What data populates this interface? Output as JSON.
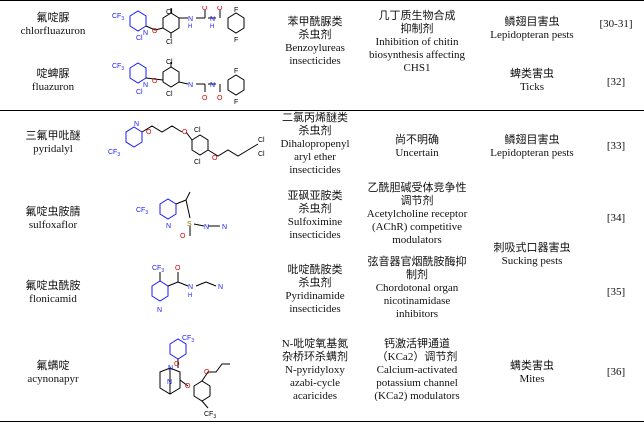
{
  "rows": [
    {
      "name_cn": "氟啶脲",
      "name_en": "chlorfluazuron",
      "class": [
        "苯甲酰脲类",
        "杀虫剂",
        "Benzoylureas",
        "insecticides"
      ],
      "moa": [
        "几丁质生物合成",
        "抑制剂",
        "Inhibition of chitin",
        "biosynthesis affecting",
        "CHS1"
      ],
      "pest": [
        "鳞翅目害虫",
        "Lepidopteran pests"
      ],
      "ref": "[30-31]"
    },
    {
      "name_cn": "啶蜱脲",
      "name_en": "fluazuron",
      "pest": [
        "蜱类害虫",
        "Ticks"
      ],
      "ref": "[32]"
    },
    {
      "name_cn": "三氟甲吡醚",
      "name_en": "pyridalyl",
      "class": [
        "二氯丙烯醚类",
        "杀虫剂",
        "Dihalopropenyl",
        "aryl ether",
        "insecticides"
      ],
      "moa": [
        "尚不明确",
        "Uncertain"
      ],
      "pest": [
        "鳞翅目害虫",
        "Lepidopteran pests"
      ],
      "ref": "[33]"
    },
    {
      "name_cn": "氟啶虫胺腈",
      "name_en": "sulfoxaflor",
      "class": [
        "亚砜亚胺类",
        "杀虫剂",
        "Sulfoximine",
        "insecticides"
      ],
      "moa": [
        "乙酰胆碱受体竞争性",
        "调节剂",
        "Acetylcholine receptor",
        "(AChR) competitive",
        "modulators"
      ],
      "ref": "[34]"
    },
    {
      "name_cn": "氟啶虫酰胺",
      "name_en": "flonicamid",
      "class": [
        "吡啶酰胺类",
        "杀虫剂",
        "Pyridinamide",
        "insecticides"
      ],
      "moa": [
        "弦音器官烟酰胺酶抑",
        "制剂",
        "Chordotonal organ",
        "nicotinamidase",
        "inhibitors"
      ],
      "ref": "[35]"
    },
    {
      "name_cn": "氟螨啶",
      "name_en": "acynonapyr",
      "class": [
        "N-吡啶氧基氮",
        "杂桥环杀螨剂",
        "N-pyridyloxy",
        "azabi-cycle",
        "acaricides"
      ],
      "moa": [
        "钙激活钾通道",
        "（KCa2）调节剂",
        "Calcium-activated",
        "potassium channel",
        "(KCa2) modulators"
      ],
      "pest": [
        "螨类害虫",
        "Mites"
      ],
      "ref": "[36]"
    }
  ],
  "sucking": [
    "刺吸式口器害虫",
    "Sucking pests"
  ],
  "atoms": {
    "cf3": "CF",
    "three": "3",
    "n": "N",
    "cl": "Cl",
    "o": "O",
    "h": "H",
    "f": "F",
    "s": "S"
  }
}
